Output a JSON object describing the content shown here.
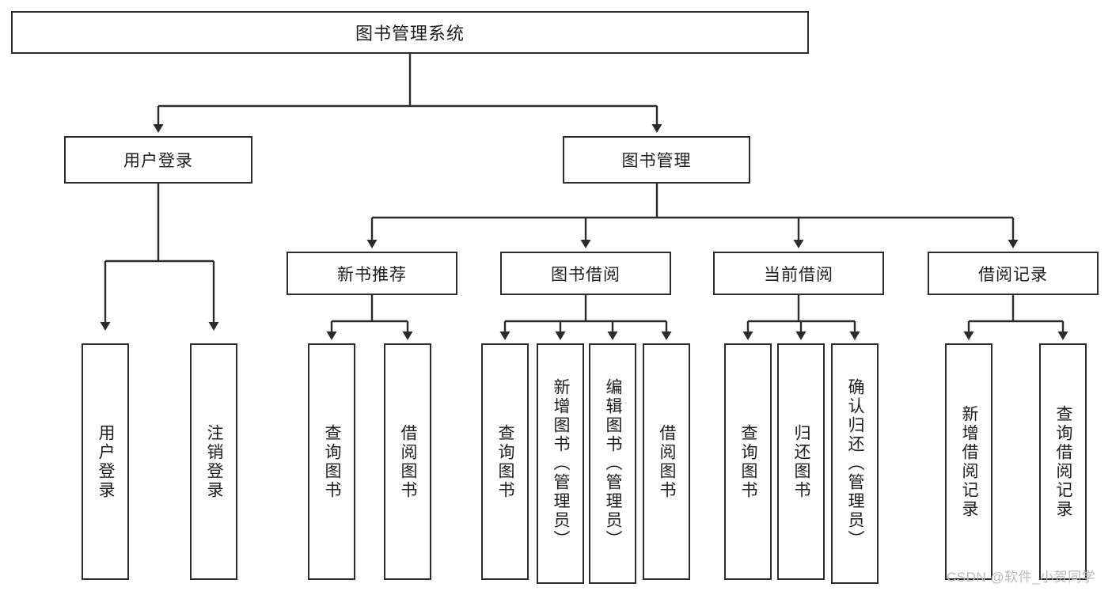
{
  "diagram": {
    "title": "图书管理系统",
    "type": "tree-hierarchy-chart",
    "accent_color": "#2b2b2b",
    "background_color": "#ffffff"
  },
  "root": {
    "label": "图书管理系统"
  },
  "level2": [
    {
      "label": "用户登录"
    },
    {
      "label": "图书管理"
    }
  ],
  "level3": [
    {
      "label": "新书推荐"
    },
    {
      "label": "图书借阅"
    },
    {
      "label": "当前借阅"
    },
    {
      "label": "借阅记录"
    }
  ],
  "leaves": {
    "user_login": [
      {
        "label": "用户登录"
      },
      {
        "label": "注销登录"
      }
    ],
    "new_book": [
      {
        "label": "查询图书"
      },
      {
        "label": "借阅图书"
      }
    ],
    "book_borrow": [
      {
        "label": "查询图书"
      },
      {
        "label": "新增图书（管理员）"
      },
      {
        "label": "编辑图书（管理员）"
      },
      {
        "label": "借阅图书"
      }
    ],
    "current_borrow": [
      {
        "label": "查询图书"
      },
      {
        "label": "归还图书"
      },
      {
        "label": "确认归还（管理员）"
      }
    ],
    "borrow_record": [
      {
        "label": "新增借阅记录"
      },
      {
        "label": "查询借阅记录"
      }
    ]
  },
  "watermark": {
    "text": "CSDN @软件_小贺同学"
  }
}
